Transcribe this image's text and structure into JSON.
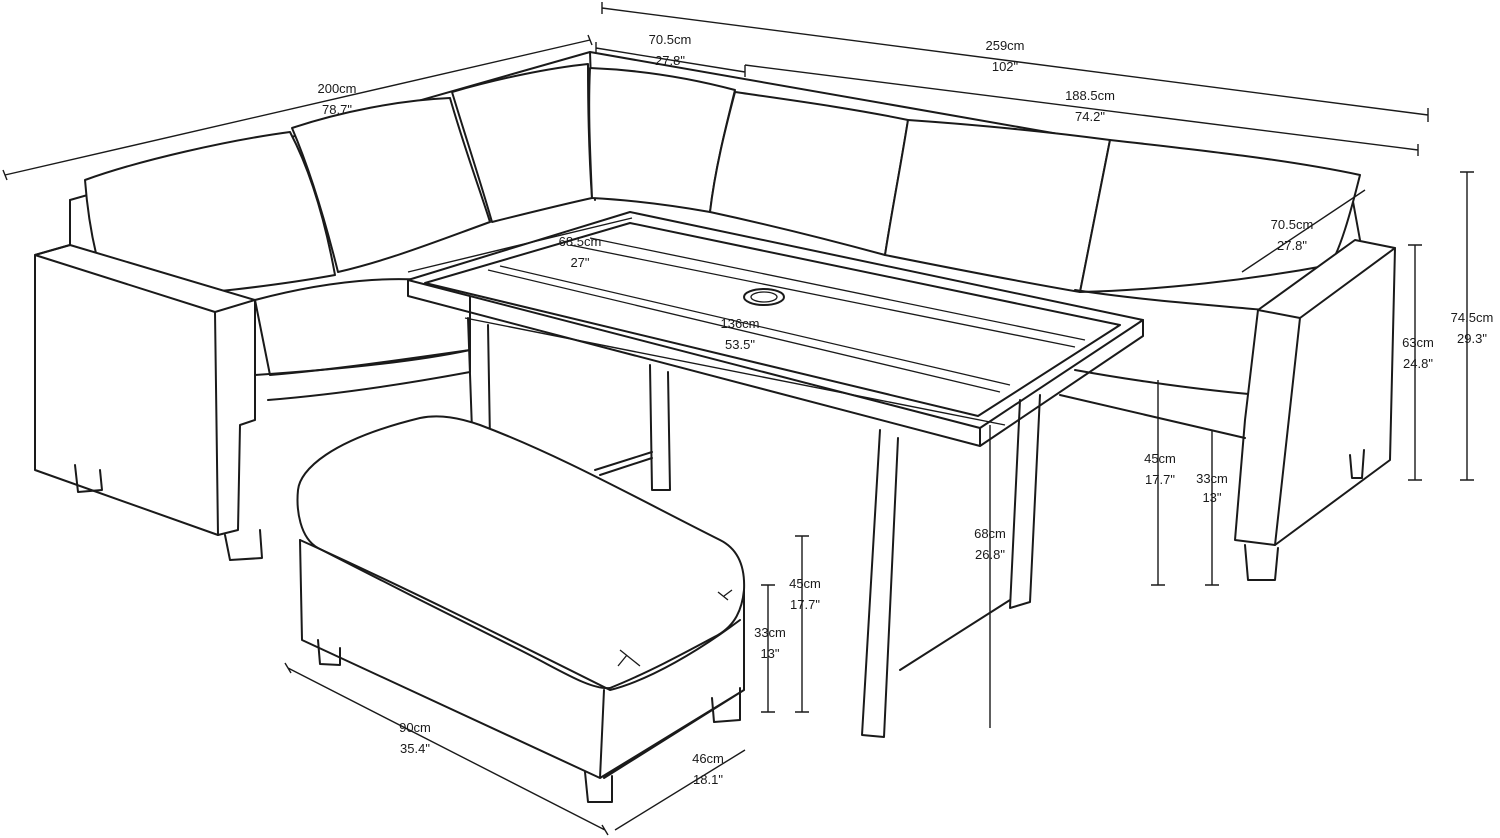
{
  "dimensions": {
    "sofa_left_length": {
      "cm": "200cm",
      "in": "78.7\""
    },
    "corner_width": {
      "cm": "70.5cm",
      "in": "27.8\""
    },
    "sofa_total_length": {
      "cm": "259cm",
      "in": "102\""
    },
    "sofa_right_length": {
      "cm": "188.5cm",
      "in": "74.2\""
    },
    "sofa_depth": {
      "cm": "70.5cm",
      "in": "27.8\""
    },
    "table_depth": {
      "cm": "68.5cm",
      "in": "27\""
    },
    "table_length": {
      "cm": "136cm",
      "in": "53.5\""
    },
    "sofa_height": {
      "cm": "74.5cm",
      "in": "29.3\""
    },
    "arm_height": {
      "cm": "63cm",
      "in": "24.8\""
    },
    "sofa_seat_height": {
      "cm": "45cm",
      "in": "17.7\""
    },
    "sofa_frame_height": {
      "cm": "33cm",
      "in": "13\""
    },
    "table_height": {
      "cm": "68cm",
      "in": "26.8\""
    },
    "bench_height": {
      "cm": "45cm",
      "in": "17.7\""
    },
    "bench_frame_height": {
      "cm": "33cm",
      "in": "13\""
    },
    "bench_length": {
      "cm": "90cm",
      "in": "35.4\""
    },
    "bench_depth": {
      "cm": "46cm",
      "in": "18.1\""
    }
  }
}
